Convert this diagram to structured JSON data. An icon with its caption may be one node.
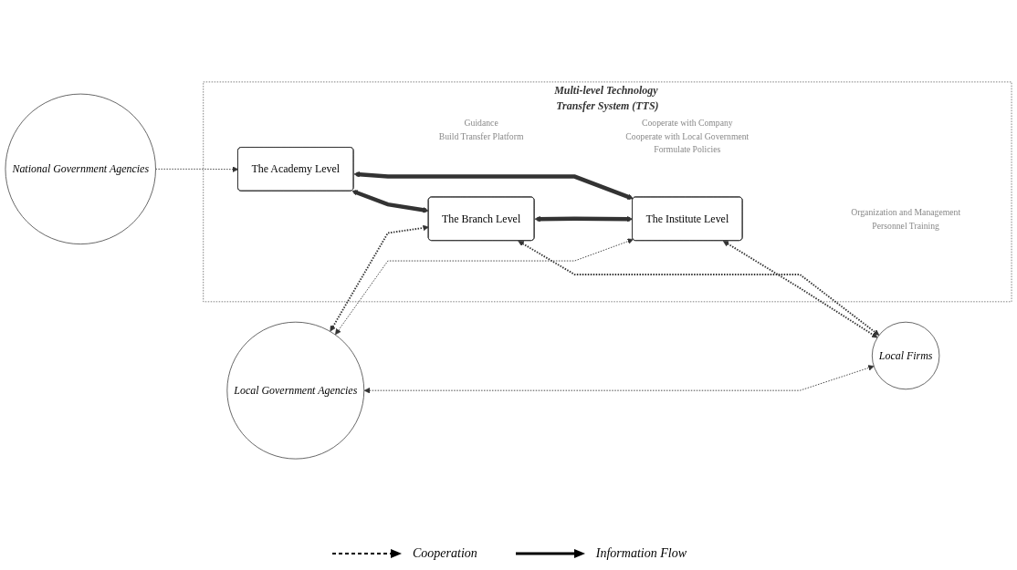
{
  "diagram": {
    "nodes": [
      {
        "text": [
          "National Government Agencies"
        ]
      },
      {
        "text": [
          "Multi-level Technology Transfer System (TTS)"
        ]
      },
      {
        "text": [
          "The Academy Level"
        ],
        "in": 1,
        "beside": [
          "Guidance",
          "Build Transfer Platform"
        ]
      },
      {
        "text": [
          "The Branch Level"
        ],
        "in": 1,
        "beside": [
          "Cooperate with Company",
          "Cooperate with Local Government",
          "Formulate Policies"
        ]
      },
      {
        "text": [
          "The Institute Level"
        ],
        "in": 1,
        "beside": [
          "Organization and Management",
          "Personnel Training"
        ]
      },
      {
        "text": [
          "Local Government Agencies"
        ]
      },
      {
        "text": [
          "Local Firms"
        ]
      }
    ],
    "edges": [
      {
        "from": 0,
        "to": 2,
        "arrow": "to",
        "style": "dashed"
      },
      {
        "from": 2,
        "to": 3,
        "arrow": "both",
        "style": "thick"
      },
      {
        "from": 2,
        "to": 4,
        "arrow": "both",
        "style": "thick"
      },
      {
        "from": 3,
        "to": 4,
        "arrow": "both",
        "style": "thick"
      },
      {
        "from": 5,
        "to": 3,
        "arrow": "both",
        "style": "dashed"
      },
      {
        "from": 3,
        "to": 6,
        "arrow": "both",
        "style": "dashed"
      },
      {
        "from": 5,
        "to": 4,
        "arrow": "both",
        "style": "dashed"
      },
      {
        "from": 4,
        "to": 6,
        "arrow": "both",
        "style": "dashed"
      },
      {
        "from": 5,
        "to": 6,
        "arrow": "both",
        "style": "dashed"
      }
    ],
    "legend": [
      {
        "text": "Cooperation"
      },
      {
        "text": "Information Flow"
      }
    ]
  }
}
